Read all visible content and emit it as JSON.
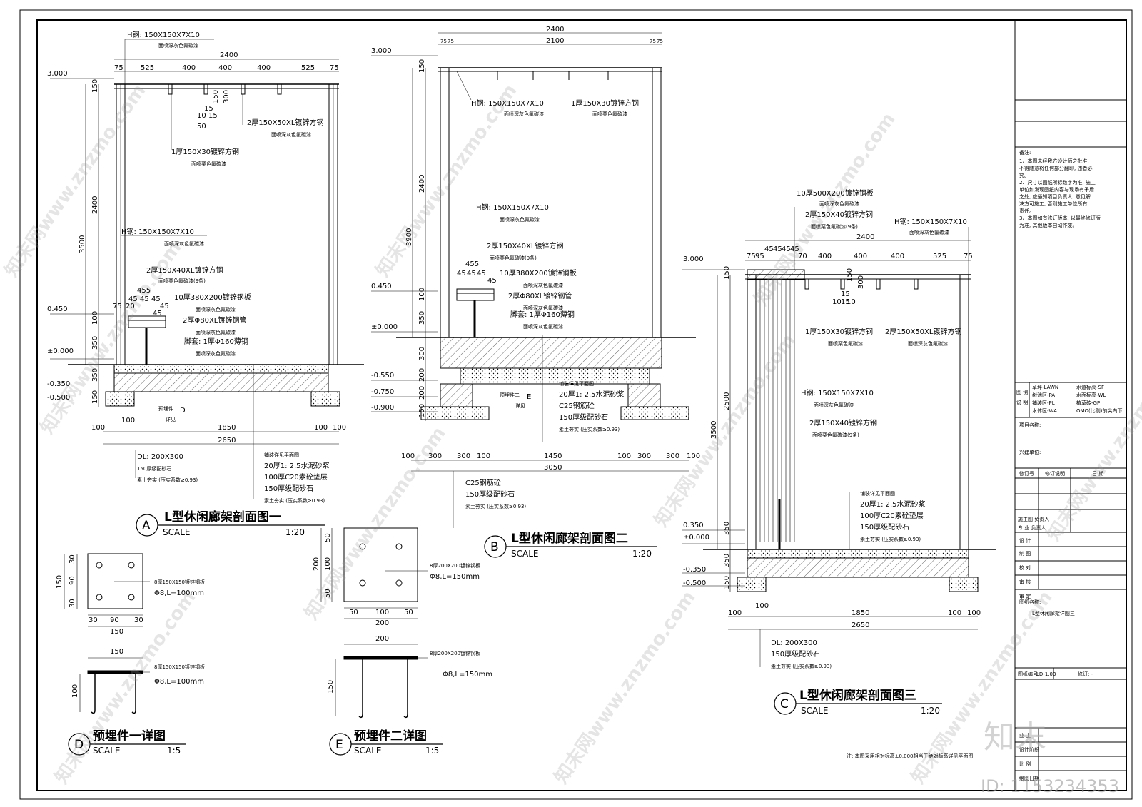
{
  "titles": {
    "A": {
      "letter": "A",
      "title": "L型休闲廊架剖面图一",
      "scale_label": "SCALE",
      "scale": "1:20"
    },
    "B": {
      "letter": "B",
      "title": "L型休闲廊架剖面图二",
      "scale_label": "SCALE",
      "scale": "1:20"
    },
    "C": {
      "letter": "C",
      "title": "L型休闲廊架剖面图三",
      "scale_label": "SCALE",
      "scale": "1:20"
    },
    "D": {
      "letter": "D",
      "title": "预埋件一详图",
      "scale_label": "SCALE",
      "scale": "1:5"
    },
    "E": {
      "letter": "E",
      "title": "预埋件二详图",
      "scale_label": "SCALE",
      "scale": "1:5"
    }
  },
  "section_a": {
    "top_note": [
      "H钢: 150X150X7X10",
      "面喷深灰色氟碳漆"
    ],
    "dims_top": [
      "2400",
      "75",
      "525",
      "400",
      "400",
      "400",
      "525",
      "75"
    ],
    "levels": [
      "3.000",
      "0.450",
      "±0.000",
      "-0.350",
      "-0.500"
    ],
    "vert_dims": [
      "150",
      "2400",
      "3500",
      "100",
      "350",
      "350",
      "150"
    ],
    "small_dims": [
      "10",
      "15",
      "15",
      "50",
      "300",
      "150"
    ],
    "notes": [
      [
        "2厚150X50XL镀锌方钢",
        "面喷深灰色氟碳漆"
      ],
      [
        "1厚150X30镀锌方钢",
        "面喷栗色氟碳漆"
      ],
      [
        "H钢: 150X150X7X10",
        "面喷深灰色氟碳漆"
      ],
      [
        "2厚150X40XL镀锌方钢",
        "面喷栗色氟碳漆(9条)"
      ],
      [
        "10厚380X200镀锌钢板",
        "面喷深灰色氟碳漆"
      ],
      [
        "2厚Φ80XL镀锌钢管",
        "面喷深灰色氟碳漆"
      ],
      [
        "脚套: 1厚Φ160薄钢",
        "面喷深灰色氟碳漆"
      ]
    ],
    "stack_dims": [
      "455",
      "45",
      "75",
      "20",
      "45",
      "45",
      "45",
      "45"
    ],
    "embed": [
      "预埋件",
      "详见"
    ],
    "dims_bottom": [
      "100",
      "100",
      "1850",
      "100",
      "100",
      "2650"
    ],
    "base_notes": [
      "DL: 200X300",
      "150厚级配砂石",
      "素土夯实 (压实系数≥0.93)"
    ],
    "pave_notes": [
      "铺装详见平面图",
      "20厚1: 2.5水泥砂浆",
      "100厚C20素砼垫层",
      "150厚级配砂石",
      "素土夯实 (压实系数≥0.93)"
    ]
  },
  "section_b": {
    "dims_top": [
      "2400",
      "2100",
      "75",
      "75",
      "75",
      "75"
    ],
    "levels": [
      "3.000",
      "0.450",
      "±0.000",
      "-0.550",
      "-0.750",
      "-0.900"
    ],
    "vert_dims": [
      "150",
      "2400",
      "3900",
      "100",
      "350",
      "300",
      "200",
      "200",
      "150"
    ],
    "notes": [
      [
        "H钢: 150X150X7X10",
        "面喷深灰色氟碳漆"
      ],
      [
        "1厚150X30镀锌方钢",
        "面喷栗色氟碳漆"
      ],
      [
        "H钢: 150X150X7X10",
        "面喷深灰色氟碳漆"
      ],
      [
        "2厚150X40XL镀锌方钢",
        "面喷栗色氟碳漆(9条)"
      ],
      [
        "10厚380X200镀锌钢板",
        "面喷深灰色氟碳漆"
      ],
      [
        "2厚Φ80XL镀锌钢管",
        "面喷深灰色氟碳漆"
      ],
      [
        "脚套: 1厚Φ160薄钢",
        "面喷深灰色氟碳漆"
      ]
    ],
    "stack_dims": [
      "455",
      "45",
      "45",
      "45",
      "45"
    ],
    "embed": [
      "预埋件二",
      "详见"
    ],
    "pave_notes": [
      "铺装详见平面图",
      "20厚1: 2.5水泥砂浆",
      "C25钢筋砼",
      "150厚级配砂石",
      "素土夯实 (压实系数≥0.93)"
    ],
    "dims_bottom": [
      "100",
      "300",
      "300",
      "100",
      "1450",
      "100",
      "300",
      "300",
      "100",
      "3050"
    ],
    "base_notes": [
      "C25钢筋砼",
      "150厚级配砂石",
      "素土夯实 (压实系数≥0.93)"
    ]
  },
  "section_c": {
    "dims_top": [
      "2400",
      "75",
      "95",
      "45",
      "45",
      "45",
      "45",
      "70",
      "400",
      "400",
      "400",
      "525",
      "75"
    ],
    "levels": [
      "3.000",
      "0.350",
      "±0.000",
      "-0.350",
      "-0.500"
    ],
    "vert_dims": [
      "150",
      "2500",
      "3500",
      "350",
      "350",
      "150"
    ],
    "small_dims": [
      "150",
      "300",
      "15",
      "10",
      "15",
      "10"
    ],
    "notes": [
      [
        "10厚500X200镀锌钢板",
        "面喷深灰色氟碳漆"
      ],
      [
        "2厚150X40镀锌方钢",
        "面喷栗色氟碳漆(9条)"
      ],
      [
        "H钢: 150X150X7X10",
        "面喷深灰色氟碳漆"
      ],
      [
        "1厚150X30镀锌方钢",
        "面喷栗色氟碳漆"
      ],
      [
        "2厚150X50XL镀锌方钢",
        "面喷深灰色氟碳漆"
      ],
      [
        "H钢: 150X150X7X10",
        "面喷深灰色氟碳漆"
      ],
      [
        "2厚150X40镀锌方钢",
        "面喷栗色氟碳漆(9条)"
      ]
    ],
    "pave_notes": [
      "铺装详见平面图",
      "20厚1: 2.5水泥砂浆",
      "100厚C20素砼垫层",
      "150厚级配砂石",
      "素土夯实 (压实系数≥0.93)"
    ],
    "dims_bottom": [
      "100",
      "100",
      "1850",
      "100",
      "100",
      "2650"
    ],
    "base_notes": [
      "DL: 200X300",
      "150厚级配砂石",
      "素土夯实 (压实系数≥0.93)"
    ]
  },
  "detail_d": {
    "plate_note": [
      "8厚150X150镀锌钢板",
      "Φ8,L=100mm"
    ],
    "dims": [
      "30",
      "90",
      "30",
      "150",
      "30",
      "90",
      "30",
      "150",
      "150",
      "100"
    ],
    "side_note": [
      "8厚150X150镀锌钢板",
      "Φ8,L=100mm"
    ]
  },
  "detail_e": {
    "plate_note": [
      "8厚200X200镀锌钢板",
      "Φ8,L=150mm"
    ],
    "dims": [
      "50",
      "100",
      "50",
      "200",
      "50",
      "100",
      "50",
      "200",
      "200",
      "150"
    ],
    "side_note": [
      "8厚200X200镀锌钢板",
      "Φ8,L=150mm"
    ]
  },
  "footnote": "注: 本图采用相对标高±0.000相当于绝对标高详见平面图",
  "title_block": {
    "remarks_title": "备注:",
    "remarks": [
      "1、本图未经我方设计师之批准,",
      "不得随意将任何部分翻印, 违者必",
      "究。",
      "2、尺寸以图纸所标数字为准, 施工",
      "单位如发现图纸内容与现场有矛盾",
      "之处, 应通知项目负责人, 意见解",
      "决方可施工, 否则施工单位所有",
      "责任。",
      "3、本图如有修订版本, 以最终修订版",
      "为准, 其他版本自动作废。"
    ],
    "legend_label": [
      "图 例",
      "说 明"
    ],
    "legend_rows": [
      [
        "草坪-LAWN",
        "水道标高-SF"
      ],
      [
        "树池区-PA",
        "水面标高-WL"
      ],
      [
        "铺装区-PL",
        "植草砖-GP"
      ],
      [
        "水体区-WA",
        "OMO(比例)前尖向下"
      ]
    ],
    "project_name": "项目名称:",
    "client": "兴建单位:",
    "revision_header": [
      "修订号",
      "修订说明",
      "日 期"
    ],
    "sign_rows": [
      "施工图 负责人",
      "专 业 负责人",
      "设 计",
      "制 图",
      "校 对",
      "审 核",
      "审 定"
    ],
    "drawing_name_label": "图纸名称:",
    "drawing_name": "L型休闲廊架详图三",
    "drawing_no_label": "图纸编号:",
    "drawing_no": "LD-1.03",
    "revision_label": "修订: -",
    "bottom_rows": [
      "业 主",
      "设计阶段",
      "比 例",
      "绘图日期"
    ]
  },
  "watermark": {
    "diagonal": "知末网www.znzmo.com",
    "logo": "知末",
    "id": "ID: 1153234353"
  }
}
